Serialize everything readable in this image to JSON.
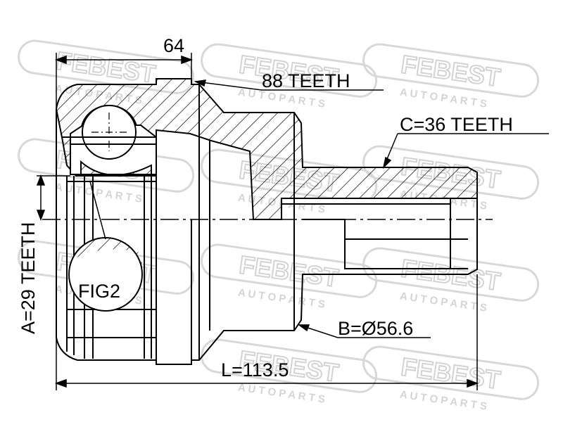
{
  "watermark": {
    "brand": "FEBEST",
    "tagline": "A U T O   P A R T S",
    "color": "#d4d4d4"
  },
  "dimensions": {
    "width_label": "64",
    "length_label": "L=113.5",
    "outer_teeth_label": "88 TEETH",
    "spline_c_label": "C=36 TEETH",
    "spline_a_label": "A=29 TEETH",
    "diameter_label": "B=Ø56.6",
    "fig_label": "FIG2"
  }
}
